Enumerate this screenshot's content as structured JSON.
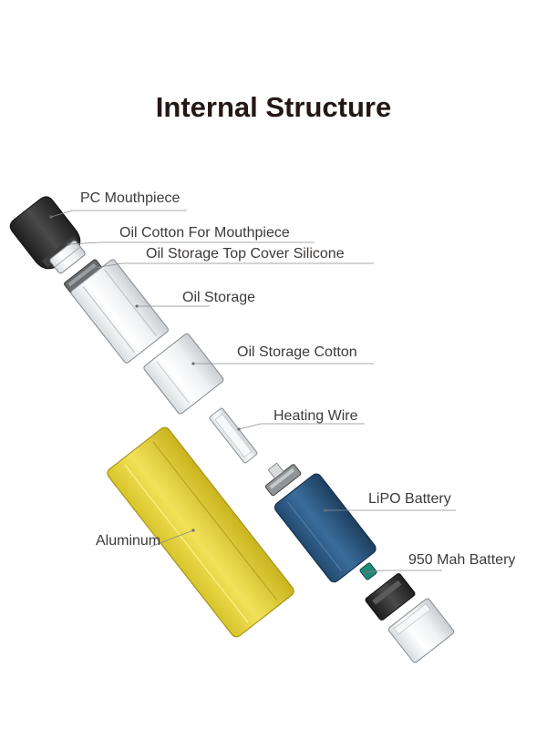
{
  "title": "Internal Structure",
  "labels": {
    "pc_mouthpiece": "PC Mouthpiece",
    "oil_cotton_mouthpiece": "Oil Cotton For Mouthpiece",
    "top_cover_silicone": "Oil Storage Top Cover Silicone",
    "oil_storage": "Oil Storage",
    "oil_storage_cotton": "Oil Storage Cotton",
    "heating_wire": "Heating Wire",
    "lipo_battery": "LiPO Battery",
    "aluminum": "Aluminum",
    "battery_950": "950 Mah Battery"
  },
  "colors": {
    "title": "#231815",
    "label": "#3e3a39",
    "mouthpiece": "#2b2b2b",
    "aluminum_body": "#e6d23c",
    "battery_blue": "#2c5a86",
    "silicone_ring": "#5f6366",
    "chip_green": "#1f8a7a",
    "clear_part": "#eef1f3"
  }
}
